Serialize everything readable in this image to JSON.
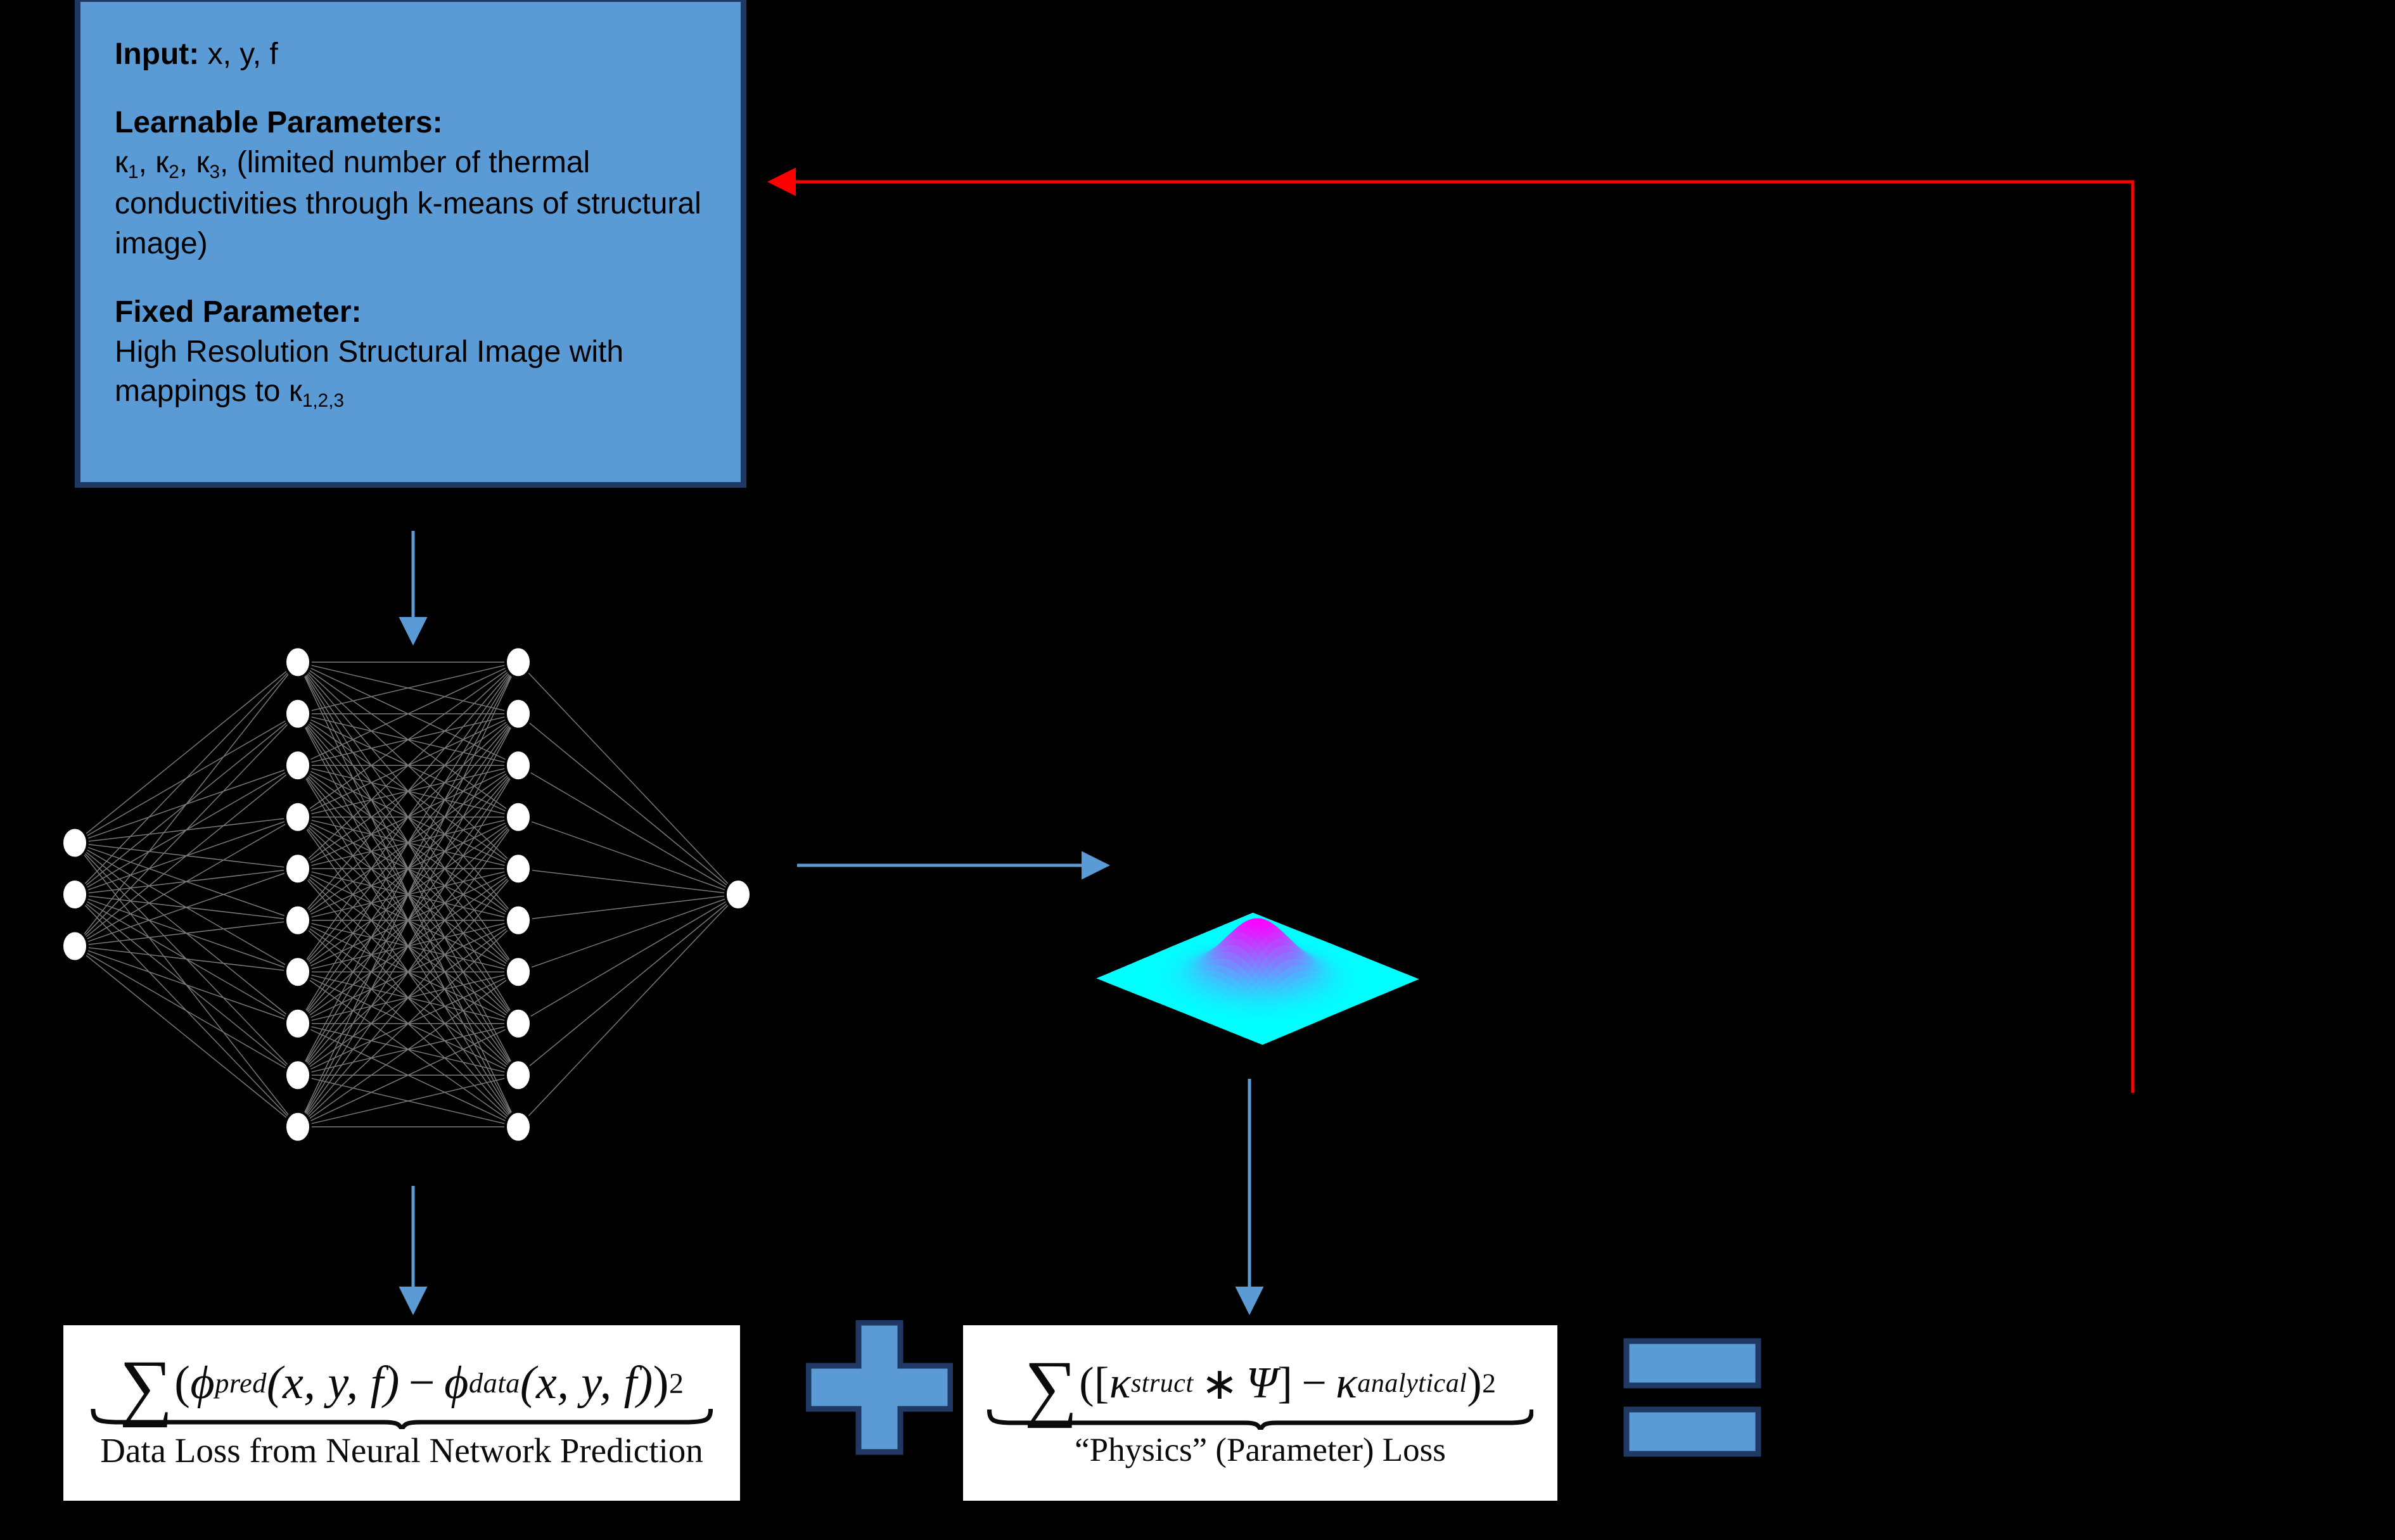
{
  "figure": {
    "type": "diagram",
    "title": "Physics-Informed Neural Network schematic",
    "background_color": "#000000"
  },
  "colors": {
    "panel_fill": "#5B9BD5",
    "panel_border": "#1F3864",
    "arrow_blue": "#5B9BD5",
    "feedback_arrow_red": "#FF0000",
    "node_fill": "#FFFFFF",
    "edge_gray": "#808080",
    "equation_box_bg": "#FFFFFF",
    "surface_peak": "#FF00FF",
    "surface_base": "#00FFFF"
  },
  "panel": {
    "input": {
      "label": "Input:",
      "value": "x, y, f"
    },
    "learnable": {
      "label": "Learnable Parameters:",
      "symbols": [
        "к",
        "к",
        "к"
      ],
      "subscripts": [
        "1",
        "2",
        "3"
      ],
      "text": "(limited number of thermal conductivities through k-means of structural image)"
    },
    "fixed": {
      "label": "Fixed Parameter:",
      "text": "High Resolution Structural Image with mappings to",
      "symbol": "к",
      "subscript": "1,2,3"
    }
  },
  "network": {
    "layers": [
      {
        "name": "input-layer",
        "node_count": 3
      },
      {
        "name": "hidden-layer-1",
        "node_count": 10
      },
      {
        "name": "hidden-layer-2",
        "node_count": 10
      },
      {
        "name": "output-layer",
        "node_count": 1
      }
    ]
  },
  "surface_plot": {
    "name": "gaussian-surface-plot",
    "description": "3D Gaussian peak surface",
    "colormap": "cool (cyan to magenta)"
  },
  "arrows": [
    {
      "name": "panel-to-network-arrow",
      "direction": "down",
      "color": "#5B9BD5"
    },
    {
      "name": "network-to-surface-arrow",
      "direction": "right",
      "color": "#5B9BD5"
    },
    {
      "name": "network-to-dataloss-arrow",
      "direction": "down",
      "color": "#5B9BD5"
    },
    {
      "name": "surface-to-physicsloss-arrow",
      "direction": "down",
      "color": "#5B9BD5"
    },
    {
      "name": "feedback-arrow",
      "direction": "left",
      "color": "#FF0000"
    }
  ],
  "equations": {
    "data_loss": {
      "sum": "∑",
      "body_parts": {
        "open": "(",
        "phi1": "ϕ",
        "phi1_sup": "pred",
        "args1": "(x, y, f)",
        "minus": "−",
        "phi2": "ϕ",
        "phi2_sup": "data",
        "args2": "(x, y, f)",
        "close": ")",
        "power": "2"
      },
      "plain": "∑(ϕ^{pred}(x, y, f) − ϕ^{data}(x, y, f))^2",
      "caption": "Data Loss from Neural Network Prediction"
    },
    "physics_loss": {
      "sum": "∑",
      "body_parts": {
        "open": "(",
        "bracket_open": "[",
        "kappa1": "κ",
        "kappa1_sup": "struct",
        "conv": "∗",
        "psi": "Ψ",
        "bracket_close": "]",
        "minus": "−",
        "kappa2": "κ",
        "kappa2_sup": "analytical",
        "close": ")",
        "power": "2"
      },
      "plain": "∑([κ^{struct} ∗ Ψ] − κ^{analytical})^2",
      "caption": "“Physics” (Parameter) Loss"
    }
  },
  "operators": {
    "plus": {
      "name": "plus-symbol",
      "glyph": "+"
    },
    "equals": {
      "name": "equals-symbol",
      "glyph": "="
    }
  }
}
